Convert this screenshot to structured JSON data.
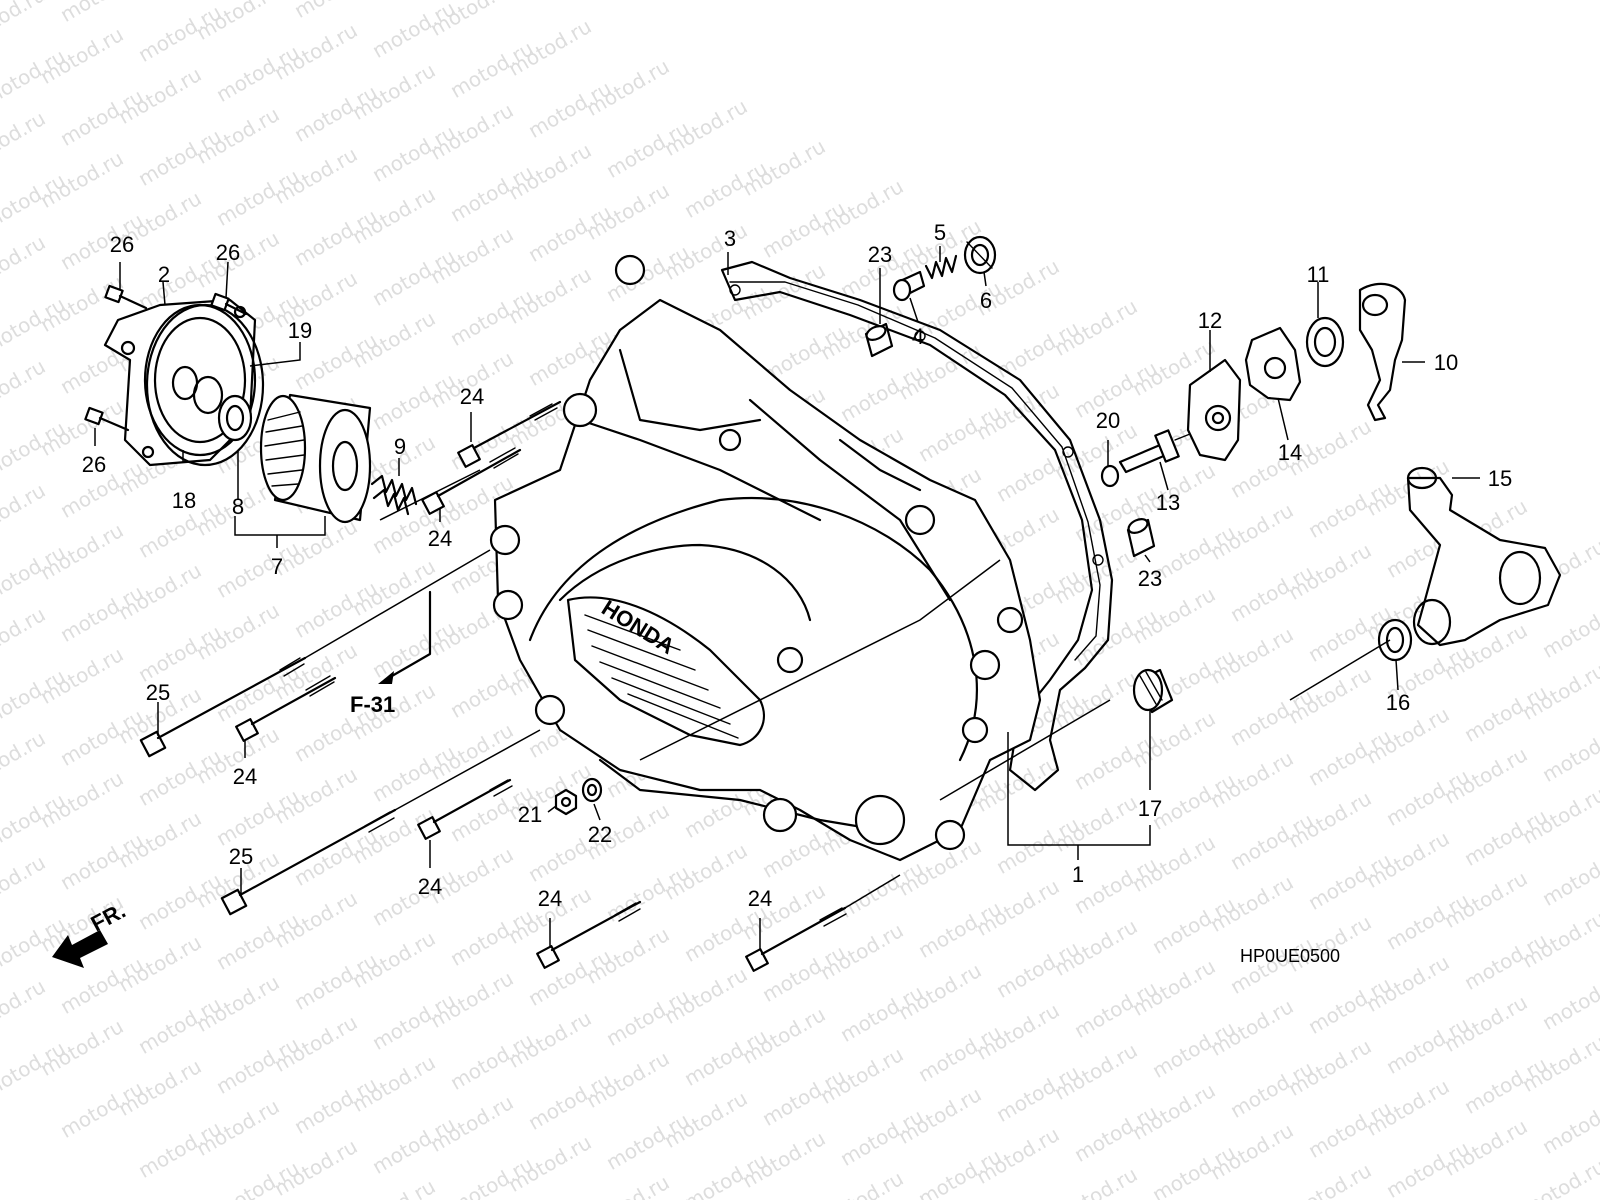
{
  "watermark": "motod.ru",
  "diagram_code": "HP0UE0500",
  "reference": "F-31",
  "direction_label": "FR.",
  "brand_mark": "HONDA",
  "callouts": {
    "c1": "1",
    "c2": "2",
    "c3": "3",
    "c4": "4",
    "c5": "5",
    "c6": "6",
    "c7": "7",
    "c8": "8",
    "c9": "9",
    "c10": "10",
    "c11": "11",
    "c12": "12",
    "c13": "13",
    "c14": "14",
    "c15": "15",
    "c16": "16",
    "c17": "17",
    "c18": "18",
    "c19": "19",
    "c20": "20",
    "c21": "21",
    "c22": "22",
    "c23a": "23",
    "c23b": "23",
    "c24a": "24",
    "c24b": "24",
    "c24c": "24",
    "c24d": "24",
    "c24e": "24",
    "c24f": "24",
    "c25a": "25",
    "c25b": "25",
    "c26a": "26",
    "c26b": "26",
    "c26c": "26"
  }
}
